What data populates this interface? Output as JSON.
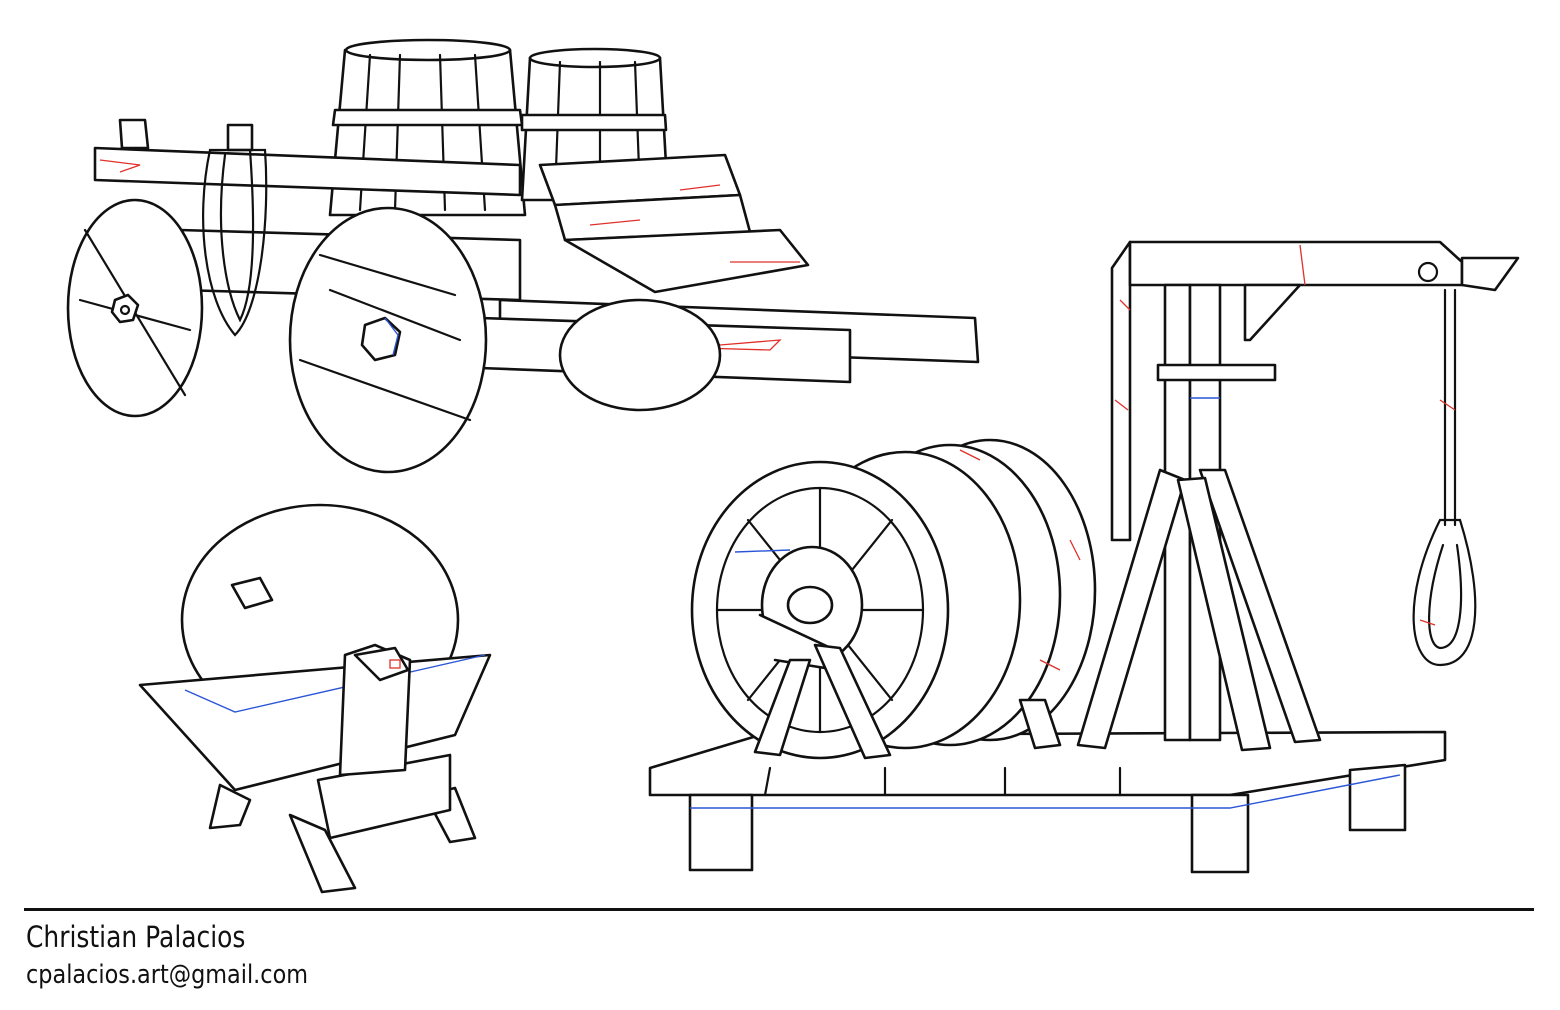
{
  "artwork": {
    "subjects": [
      "cart-with-barrels",
      "grindstone",
      "winch-crane"
    ],
    "colors": {
      "line": "#111111",
      "accent_red": "#e0302a",
      "accent_blue": "#2a55d6",
      "background": "#ffffff"
    }
  },
  "footer": {
    "artist_name": "Christian Palacios",
    "email": "cpalacios.art@gmail.com"
  }
}
